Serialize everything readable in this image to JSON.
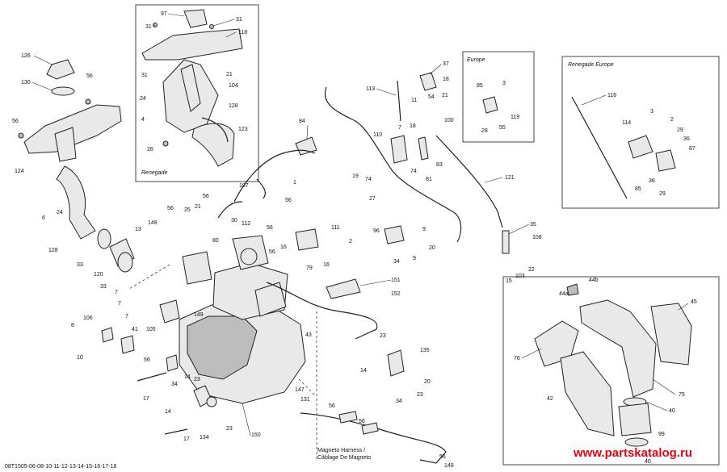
{
  "boxes": {
    "renegade": "Renegade",
    "europe": "Europe",
    "renegade_europe": "Renegade Europe"
  },
  "notes": {
    "magneto_line1": "Magneto Harness /",
    "magneto_line2": "Câblage De Magneto"
  },
  "reference": "08T1505-06-08-10-11-12-13-14-15-16-17-18",
  "watermark": "www.partskatalog.ru",
  "colors": {
    "watermark": "#e30613",
    "line": "#222222"
  },
  "labels": {
    "l97": "97",
    "l31a": "31",
    "l31b": "31",
    "l118": "118",
    "l31c": "31",
    "l21a": "21",
    "l104": "104",
    "l24a": "24",
    "l4a": "4",
    "l128a": "128",
    "l123": "123",
    "l26": "26",
    "l126": "126",
    "l130": "130",
    "l56a": "56",
    "l56b": "56",
    "l124": "124",
    "l6": "6",
    "l24b": "24",
    "l128b": "128",
    "l84": "84",
    "l1": "1",
    "l107": "107",
    "l56c": "56",
    "l113": "113",
    "l37": "37",
    "l18a": "18",
    "l11": "11",
    "l54": "54",
    "l21b": "21",
    "l7a": "7",
    "l18b": "18",
    "l100": "100",
    "l110": "110",
    "l19": "19",
    "l74a": "74",
    "l74b": "74",
    "l81": "81",
    "l83": "83",
    "l27": "27",
    "l121": "121",
    "l85a": "85",
    "l3a": "3",
    "l28": "28",
    "l55": "55",
    "l119": "119",
    "l116": "116",
    "l3b": "3",
    "l114": "114",
    "l2a": "2",
    "l29a": "29",
    "l36a": "36",
    "l87": "87",
    "l36b": "36",
    "l85b": "85",
    "l29b": "29",
    "l56d": "56",
    "l21c": "21",
    "l25": "25",
    "l56e": "56",
    "l148": "148",
    "l13": "13",
    "l30": "30",
    "l112": "112",
    "l80": "80",
    "l56f": "56",
    "l111": "111",
    "l16a": "16",
    "l56g": "56",
    "l2b": "2",
    "l16b": "16",
    "l79": "79",
    "l151": "151",
    "l152": "152",
    "l9a": "9",
    "l96": "96",
    "l20a": "20",
    "l9b": "9",
    "l34a": "34",
    "l35": "35",
    "l108": "108",
    "l22": "22",
    "l103": "103",
    "l15": "15",
    "l33a": "33",
    "l120": "120",
    "l33b": "33",
    "l7b": "7",
    "l7c": "7",
    "l7d": "7",
    "l149a": "149",
    "l105": "105",
    "l106": "106",
    "l8": "8",
    "l41": "41",
    "l10": "10",
    "l56h": "56",
    "l43": "43",
    "l17a": "17",
    "l34b": "34",
    "l23a": "23",
    "l14a": "14",
    "l14b": "14",
    "l134": "134",
    "l23b": "23",
    "l17b": "17",
    "l150": "150",
    "l147": "147",
    "l131": "131",
    "l56i": "56",
    "l56j": "56",
    "l56k": "56",
    "l149b": "149",
    "l23c": "23",
    "l135": "135",
    "l14c": "14",
    "l20b": "20",
    "l34c": "34",
    "l23d": "23",
    "l44a": "44a",
    "l44b": "44b",
    "l45": "45",
    "l76": "76",
    "l42": "42",
    "l75": "75",
    "l40a": "40",
    "l99": "99",
    "l40b": "40"
  }
}
